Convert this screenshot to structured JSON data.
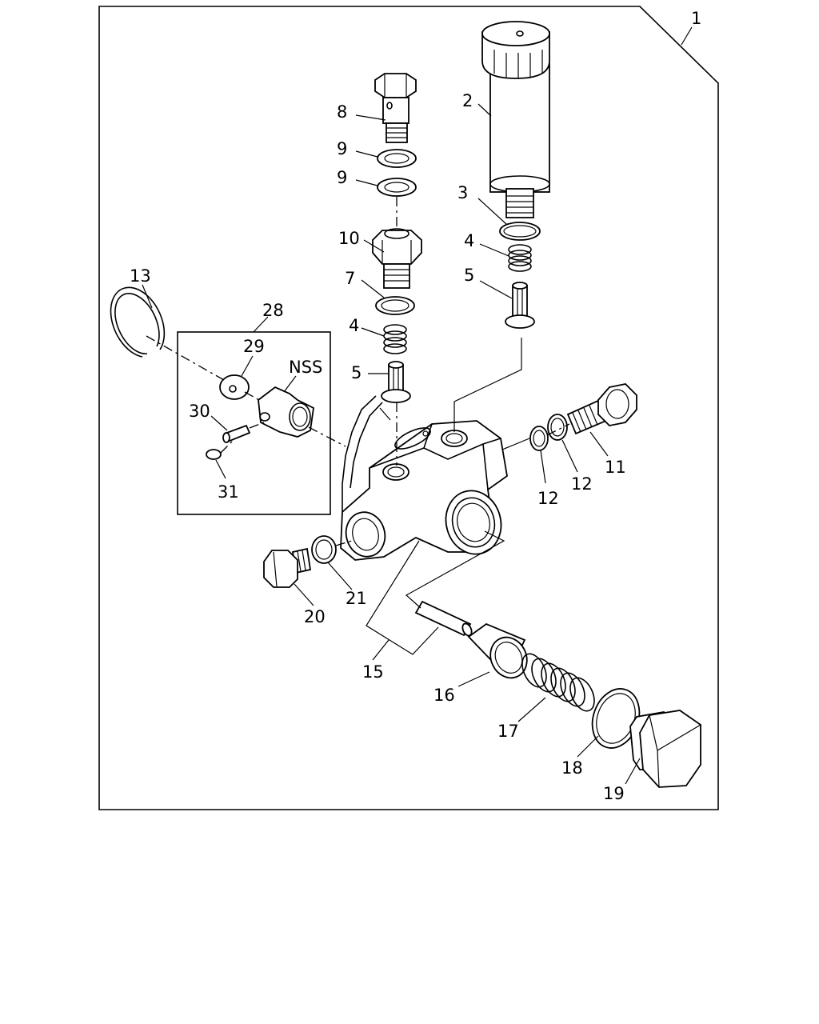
{
  "diagram": {
    "callouts": {
      "c1": "1",
      "c2": "2",
      "c3": "3",
      "c4a": "4",
      "c5a": "5",
      "c8": "8",
      "c9a": "9",
      "c9b": "9",
      "c10": "10",
      "c7": "7",
      "c4b": "4",
      "c5b": "5",
      "c13": "13",
      "c28": "28",
      "c29": "29",
      "nss": "NSS",
      "c30": "30",
      "c31": "31",
      "c11": "11",
      "c12a": "12",
      "c12b": "12",
      "c20": "20",
      "c21": "21",
      "c15": "15",
      "c16": "16",
      "c17": "17",
      "c18": "18",
      "c19": "19"
    }
  }
}
